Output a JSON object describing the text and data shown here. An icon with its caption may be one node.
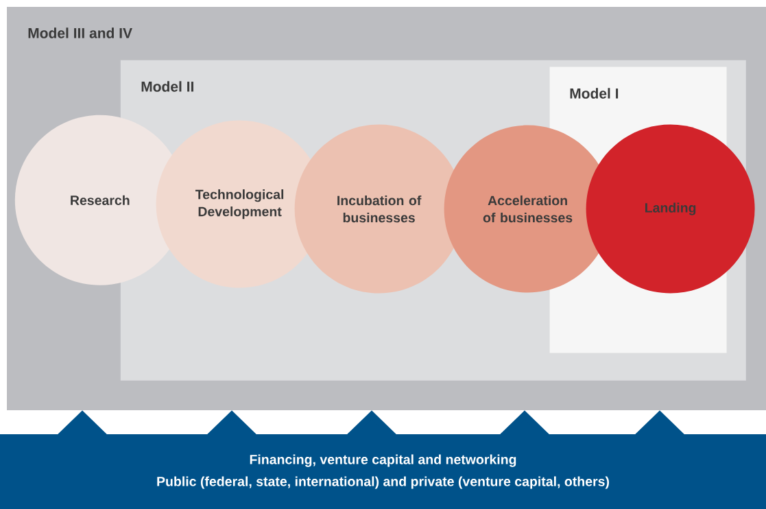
{
  "diagram": {
    "nodes": [
      {
        "text": [
          "Model III and IV"
        ]
      },
      {
        "text": [
          "Model II"
        ],
        "in": 0
      },
      {
        "text": [
          "Model I"
        ],
        "in": 1
      },
      {
        "text": [
          "Research"
        ],
        "in": 0
      },
      {
        "text": [
          "Technological Development"
        ],
        "in": 1
      },
      {
        "text": [
          "Incubation of businesses"
        ],
        "in": 1
      },
      {
        "text": [
          "Acceleration of businesses"
        ],
        "in": 1
      },
      {
        "text": [
          "Landing"
        ],
        "in": 1
      },
      {
        "text": [
          "Financing, venture capital and networking",
          "Public (federal, state, international) and private (venture capital, others)"
        ]
      }
    ],
    "edges": [
      {
        "from": 8,
        "to": 0,
        "arrow": "to"
      },
      {
        "from": 8,
        "to": 0,
        "arrow": "to"
      },
      {
        "from": 8,
        "to": 0,
        "arrow": "to"
      },
      {
        "from": 8,
        "to": 0,
        "arrow": "to"
      },
      {
        "from": 8,
        "to": 0,
        "arrow": "to"
      }
    ]
  }
}
